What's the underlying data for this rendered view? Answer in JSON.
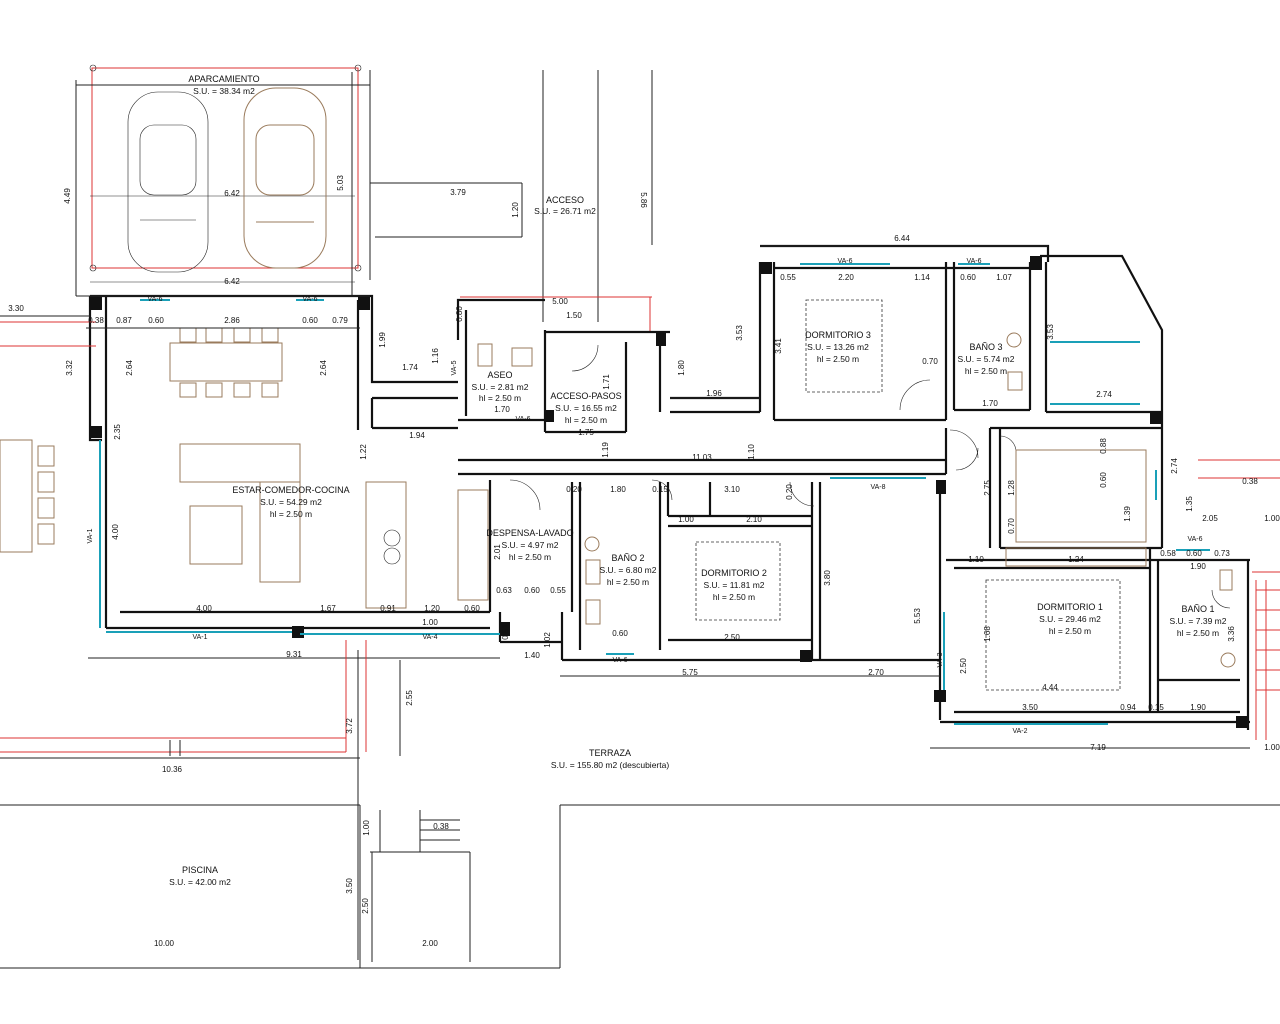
{
  "rooms": [
    {
      "id": "aparcamiento",
      "name": "APARCAMIENTO",
      "su": "S.U. = 38.34 m2",
      "hl": ""
    },
    {
      "id": "acceso",
      "name": "ACCESO",
      "su": "S.U. = 26.71 m2",
      "hl": ""
    },
    {
      "id": "aseo",
      "name": "ASEO",
      "su": "S.U. = 2.81 m2",
      "hl": "hl = 2.50 m"
    },
    {
      "id": "acceso-pasos",
      "name": "ACCESO-PASOS",
      "su": "S.U. = 16.55 m2",
      "hl": "hl = 2.50 m"
    },
    {
      "id": "dormitorio-3",
      "name": "DORMITORIO 3",
      "su": "S.U. = 13.26 m2",
      "hl": "hl = 2.50 m"
    },
    {
      "id": "bano-3",
      "name": "BAÑO 3",
      "su": "S.U. = 5.74 m2",
      "hl": "hl = 2.50 m"
    },
    {
      "id": "estar",
      "name": "ESTAR-COMEDOR-COCINA",
      "su": "S.U. = 54.29 m2",
      "hl": "hl = 2.50 m"
    },
    {
      "id": "despensa",
      "name": "DESPENSA-LAVADO",
      "su": "S.U. = 4.97 m2",
      "hl": "hl = 2.50 m"
    },
    {
      "id": "bano-2",
      "name": "BAÑO 2",
      "su": "S.U. = 6.80 m2",
      "hl": "hl = 2.50 m"
    },
    {
      "id": "dormitorio-2",
      "name": "DORMITORIO 2",
      "su": "S.U. = 11.81 m2",
      "hl": "hl = 2.50 m"
    },
    {
      "id": "dormitorio-1",
      "name": "DORMITORIO 1",
      "su": "S.U. = 29.46 m2",
      "hl": "hl = 2.50 m"
    },
    {
      "id": "bano-1",
      "name": "BAÑO 1",
      "su": "S.U. = 7.39 m2",
      "hl": "hl = 2.50 m"
    },
    {
      "id": "terraza",
      "name": "TERRAZA",
      "su": "S.U. = 155.80 m2 (descubierta)",
      "hl": ""
    },
    {
      "id": "piscina",
      "name": "PISCINA",
      "su": "S.U. = 42.00 m2",
      "hl": ""
    }
  ],
  "dimensions": [
    "6.42",
    "6.42",
    "4.49",
    "5.03",
    "3.79",
    "1.20",
    "5.86",
    "6.44",
    "3.30",
    "0.38",
    "0.87",
    "0.60",
    "2.86",
    "0.60",
    "0.79",
    "1.99",
    "0.80",
    "5.00",
    "1.50",
    "1.16",
    "1.74",
    "3.32",
    "2.64",
    "2.64",
    "2.35",
    "1.94",
    "1.70",
    "1.75",
    "1.71",
    "1.80",
    "1.96",
    "3.53",
    "0.55",
    "2.20",
    "1.14",
    "0.60",
    "1.07",
    "3.41",
    "0.70",
    "1.70",
    "3.53",
    "2.74",
    "11.03",
    "1.19",
    "1.10",
    "0.20",
    "1.80",
    "0.15",
    "3.10",
    "0.20",
    "1.00",
    "2.10",
    "0.88",
    "0.60",
    "2.75",
    "1.28",
    "1.39",
    "0.70",
    "1.24",
    "2.74",
    "1.35",
    "0.38",
    "2.05",
    "1.00",
    "1.10",
    "0.58",
    "0.60",
    "0.73",
    "1.90",
    "4.00",
    "4.00",
    "1.22",
    "1.67",
    "0.91",
    "1.20",
    "0.60",
    "1.00",
    "2.01",
    "0.63",
    "0.60",
    "0.55",
    "0.60",
    "2.50",
    "1.40",
    "1.02",
    "0.51",
    "9.31",
    "5.75",
    "2.70",
    "3.80",
    "5.53",
    "2.50",
    "1.68",
    "4.44",
    "3.50",
    "0.94",
    "0.15",
    "1.90",
    "3.36",
    "7.19",
    "1.00",
    "2.55",
    "3.72",
    "10.36",
    "1.00",
    "0.38",
    "3.50",
    "2.50",
    "10.00",
    "2.00"
  ],
  "windows": [
    "VA-6",
    "VA-6",
    "VA-6",
    "VA-6",
    "VA-1",
    "VA-1",
    "VA-4",
    "VA-5",
    "VA-6",
    "VA-8",
    "VA-6",
    "VA-6",
    "VA-3",
    "VA-2"
  ]
}
